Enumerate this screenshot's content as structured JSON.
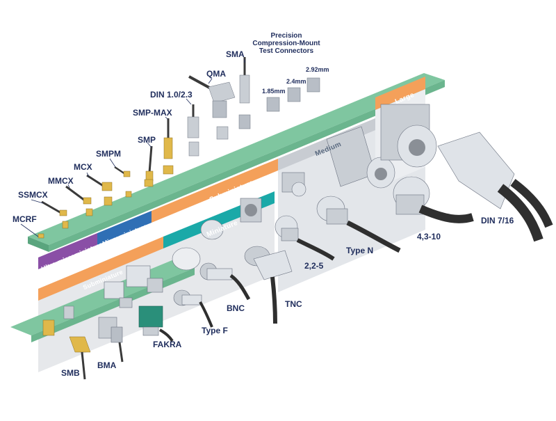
{
  "title": {
    "line1": "Precision",
    "line2": "Compression-Mount",
    "line3": "Test Connectors"
  },
  "sizes": [
    "1.85mm",
    "2.4mm",
    "2.92mm"
  ],
  "categories": {
    "ultra": "Ultra-microminiature",
    "micro": "Microminiature",
    "sub_upper": "Subminiature",
    "sub_lower": "Subminiature",
    "mini": "Miniature",
    "medium": "Medium",
    "large": "Large"
  },
  "connectors": {
    "mcrf": "MCRF",
    "ssmcx": "SSMCX",
    "mmcx": "MMCX",
    "mcx": "MCX",
    "smpm": "SMPM",
    "smp": "SMP",
    "smp_max": "SMP-MAX",
    "din_1023": "DIN 1.0/2.3",
    "qma": "QMA",
    "sma": "SMA",
    "smb": "SMB",
    "bma": "BMA",
    "fakra": "FAKRA",
    "type_f": "Type F",
    "bnc": "BNC",
    "tnc": "TNC",
    "two_two_five": "2,2-5",
    "type_n": "Type N",
    "four_three_ten": "4,3-10",
    "din_716": "DIN 7/16"
  },
  "colors": {
    "board_green": "#7fc6a0",
    "board_green_dark": "#5aa57e",
    "wall_gray": "#d9dde2",
    "ultra_band": "#8a4fa6",
    "micro_band": "#2f6fb5",
    "sub_band": "#f4a05a",
    "mini_band": "#1aa9a8",
    "medium_band": "#c8ccd2",
    "large_band": "#f4a05a",
    "label_text": "#1f2d5c",
    "metal": "#c9ced4",
    "gold": "#e0b84a",
    "fakra_teal": "#2a8f7a",
    "cable": "#3a3a3a"
  }
}
